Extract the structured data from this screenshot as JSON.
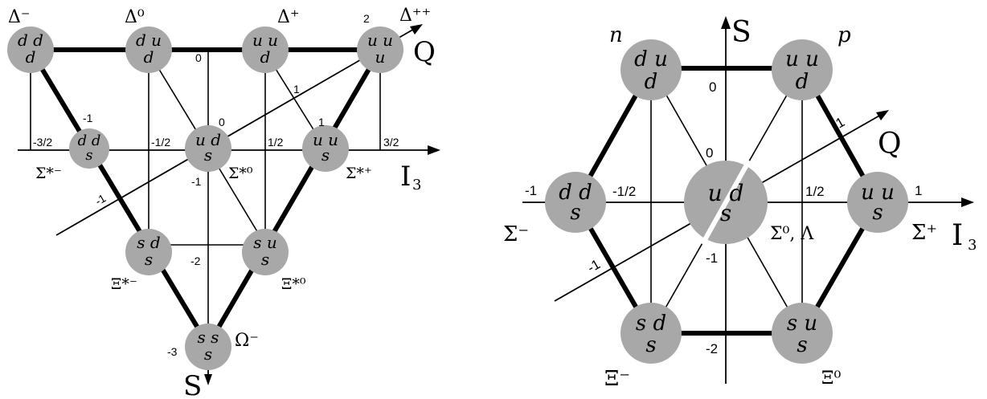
{
  "decuplet": {
    "nodes": [
      {
        "top": "d d",
        "bottom": "d",
        "name": "Δ⁻"
      },
      {
        "top": "d u",
        "bottom": "d",
        "name": "Δ⁰"
      },
      {
        "top": "u u",
        "bottom": "d",
        "name": "Δ⁺"
      },
      {
        "top": "u u",
        "bottom": "u",
        "name": "Δ⁺⁺"
      },
      {
        "top": "d d",
        "bottom": "s",
        "name": "Σ*⁻"
      },
      {
        "top": "u d",
        "bottom": "s",
        "name": "Σ*⁰"
      },
      {
        "top": "u u",
        "bottom": "s",
        "name": "Σ*⁺"
      },
      {
        "top": "s d",
        "bottom": "s",
        "name": "Ξ*⁻"
      },
      {
        "top": "s u",
        "bottom": "s",
        "name": "Ξ*⁰"
      },
      {
        "top": "s s",
        "bottom": "s",
        "name": "Ω⁻"
      }
    ],
    "i3_ticks": [
      "-3/2",
      "-1/2",
      "1/2",
      "3/2"
    ],
    "s_ticks": [
      "0",
      "-1",
      "-2",
      "-3"
    ],
    "q_ticks": [
      "-1",
      "0",
      "1",
      "2"
    ],
    "axis_i3": "I",
    "axis_i3_sub": "3",
    "axis_s": "S",
    "axis_q": "Q"
  },
  "octet": {
    "nodes": [
      {
        "top": "d u",
        "bottom": "d",
        "name": "n"
      },
      {
        "top": "u u",
        "bottom": "d",
        "name": "p"
      },
      {
        "top": "d d",
        "bottom": "s",
        "name": "Σ⁻"
      },
      {
        "top": "u d",
        "bottom": "s",
        "name": "Σ⁰, Λ"
      },
      {
        "top": "u u",
        "bottom": "s",
        "name": "Σ⁺"
      },
      {
        "top": "s d",
        "bottom": "s",
        "name": "Ξ⁻"
      },
      {
        "top": "s u",
        "bottom": "s",
        "name": "Ξ⁰"
      }
    ],
    "i3_ticks": [
      "-1",
      "-1/2",
      "1/2",
      "1"
    ],
    "s_ticks": [
      "0",
      "-1",
      "-2"
    ],
    "q_ticks": [
      "-1",
      "0",
      "1"
    ],
    "axis_i3": "I",
    "axis_i3_sub": "3",
    "axis_s": "S",
    "axis_q": "Q"
  }
}
